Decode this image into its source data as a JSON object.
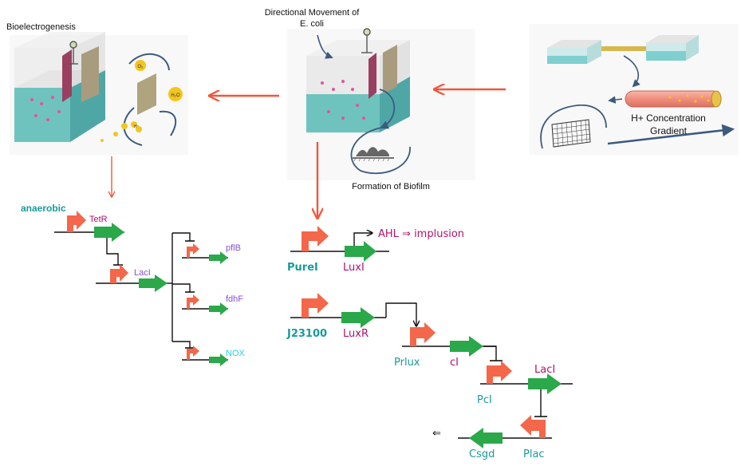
{
  "captions": {
    "bioelectrogenesis": "Bioelectrogenesis",
    "directional_line1": "Directional Movement of",
    "directional_line2": "E. coli",
    "biofilm": "Formation of Biofilm",
    "gradient_line1": "H+ Concentration",
    "gradient_line2": "Gradient"
  },
  "chamber_labels": {
    "o2": "O₂",
    "h2o": "H₂O",
    "h_plus": "H⁺"
  },
  "circuit_left": {
    "promoter": "anaerobic",
    "gene1": "TetR",
    "gene2": "LacI",
    "target1": "pflB",
    "target2": "fdhF",
    "target3": "NOX"
  },
  "circuit_right": {
    "promoter1": "PureI",
    "gene1": "LuxI",
    "ahl_text": "AHL ⇒ implusion",
    "promoter2": "J23100",
    "gene2": "LuxR",
    "promoter3": "Prlux",
    "gene3": "cI",
    "promoter4": "PcI",
    "gene4": "LacI",
    "promoter5": "Plac",
    "gene5": "Csgd",
    "arrow_glyph": "⇐"
  },
  "colors": {
    "promoter": "#f4674a",
    "gene": "#2aa84a",
    "teal": "#1a9a9a",
    "magenta": "#b0126e",
    "purple": "#8a4fd1",
    "cyan": "#22d3e6",
    "red_arrow": "#f0573c",
    "navy": "#3d5a7f"
  }
}
